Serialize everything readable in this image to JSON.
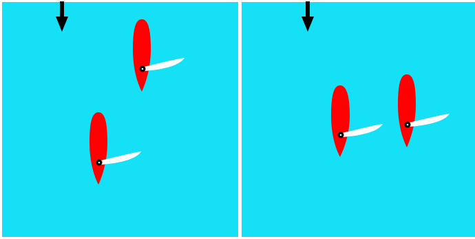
{
  "colors": {
    "water": "#16e0f6",
    "border": "#ffffff",
    "hull": "#ff0000",
    "sail": "#ffffff",
    "mast": "#000000",
    "wind_arrow": "#000000"
  },
  "panels": [
    {
      "name": "scenario-left",
      "wind_arrow_icon": "arrow-down-icon",
      "boats": [
        {
          "name": "boat-upper"
        },
        {
          "name": "boat-lower"
        }
      ]
    },
    {
      "name": "scenario-right",
      "wind_arrow_icon": "arrow-down-icon",
      "boats": [
        {
          "name": "boat-left"
        },
        {
          "name": "boat-right"
        }
      ]
    }
  ]
}
